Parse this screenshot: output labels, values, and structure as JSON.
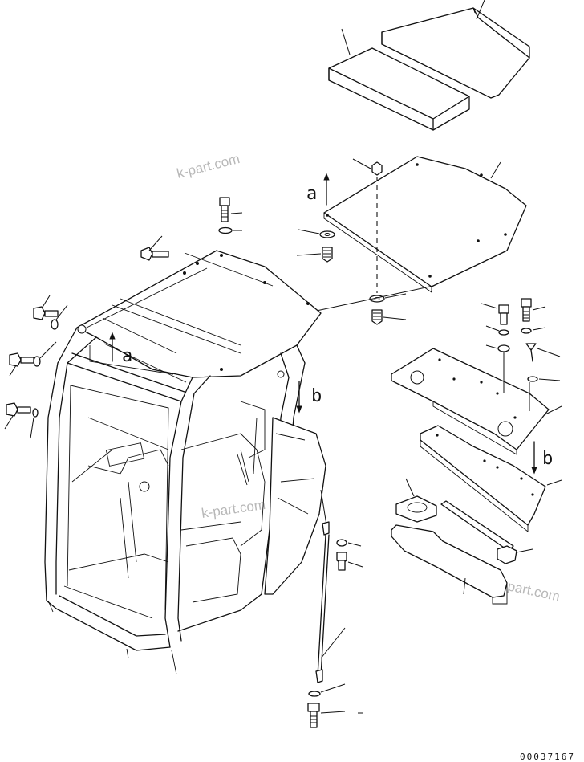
{
  "view_labels": {
    "a": "a",
    "b": "b"
  },
  "watermark": "k-part.com",
  "drawing_code": "00037167"
}
